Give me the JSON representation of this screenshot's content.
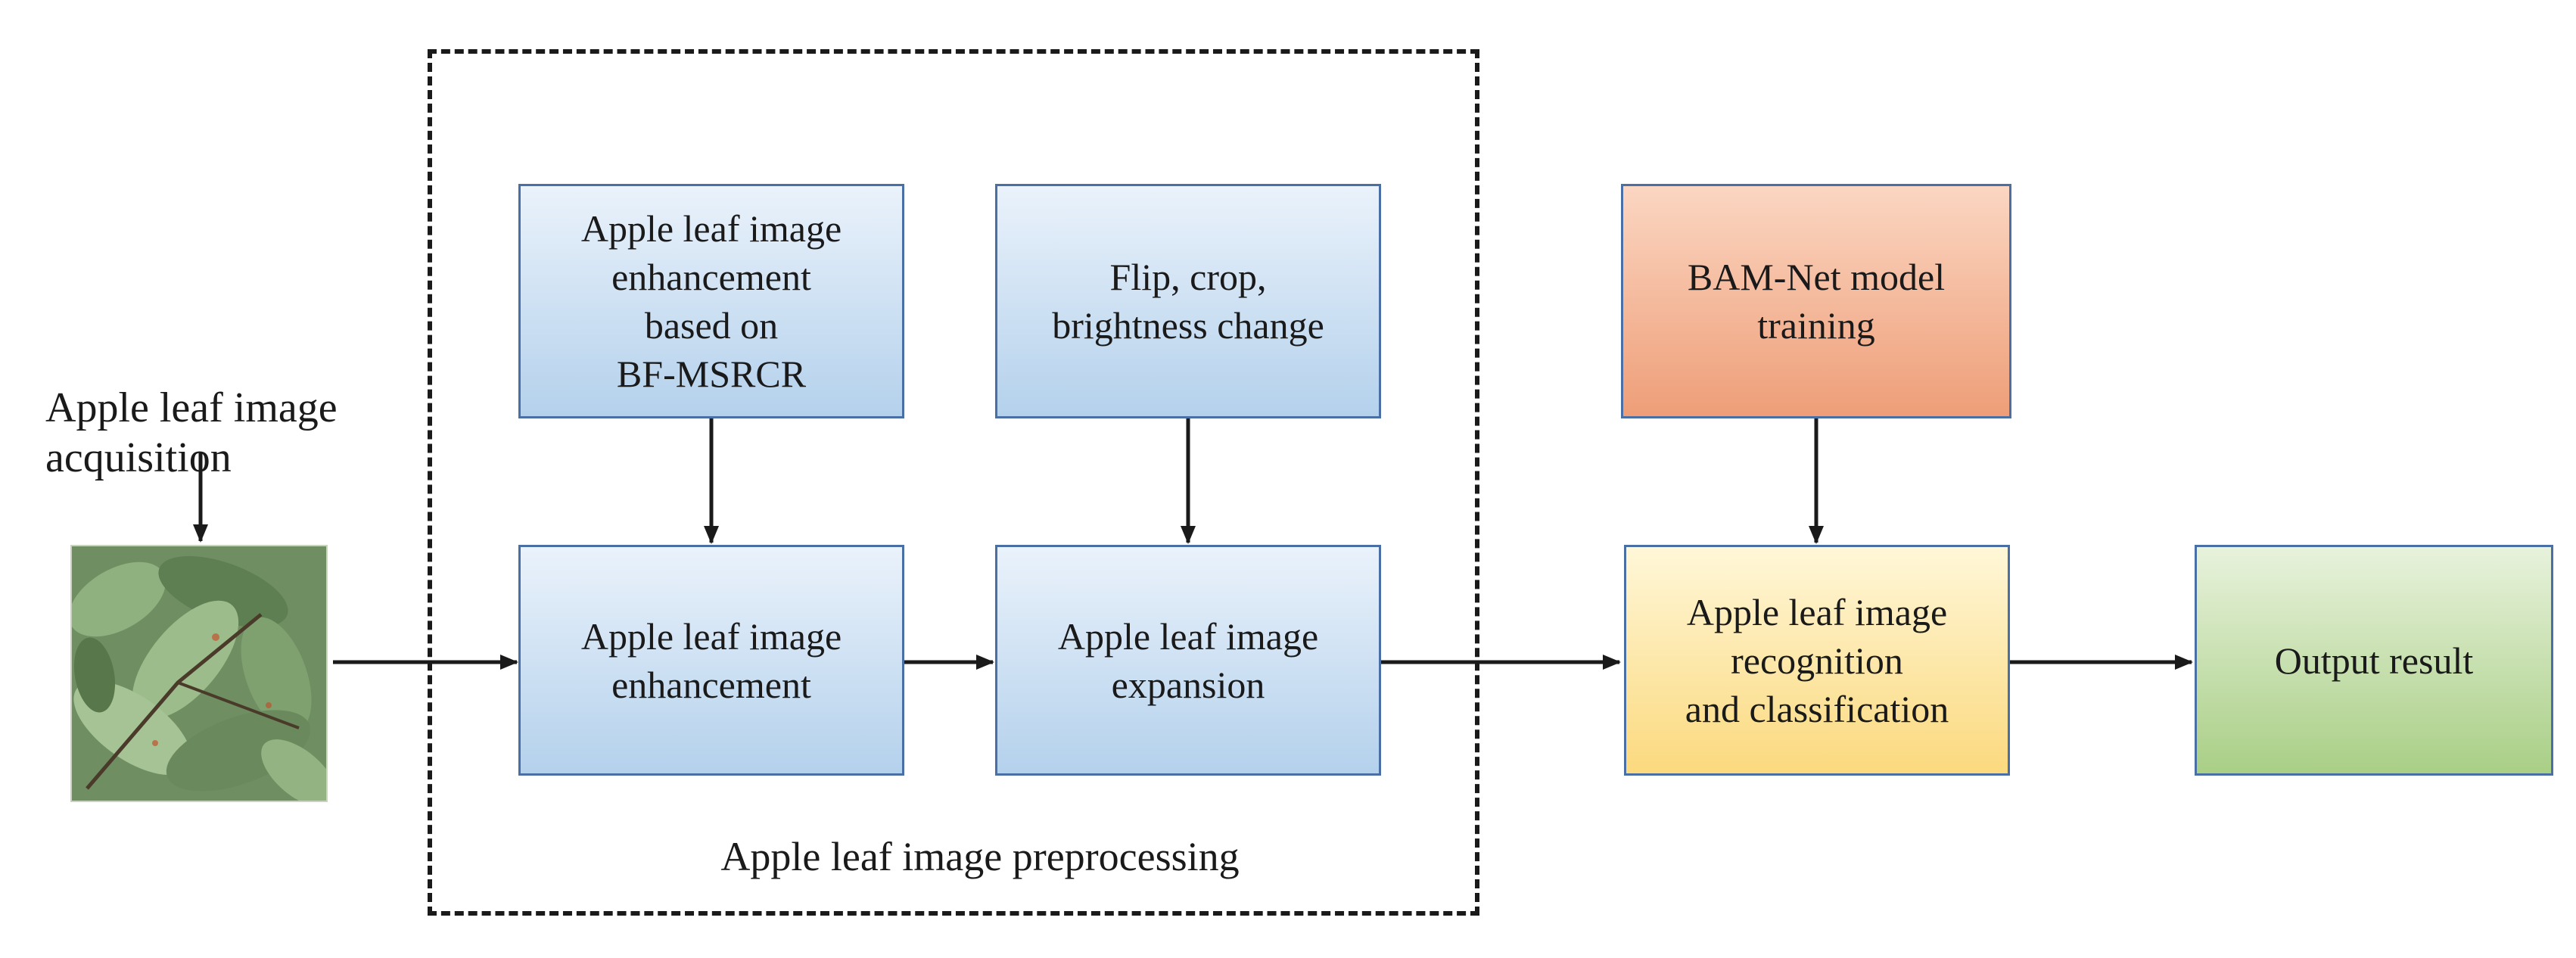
{
  "acquisition_label": "Apple leaf image\nacquisition",
  "preprocessing_caption": "Apple leaf image preprocessing",
  "boxes": {
    "bf_msrcr": "Apple leaf image\nenhancement\nbased on\nBF-MSRCR",
    "augment": "Flip, crop,\nbrightness change",
    "enhancement": "Apple leaf image\nenhancement",
    "expansion": "Apple leaf image\nexpansion",
    "training": "BAM-Net model\ntraining",
    "recognition": "Apple leaf image\nrecognition\nand classification",
    "output": "Output result"
  },
  "colors": {
    "preprocess_box": "#b4d1ec",
    "training_box": "#ee9e78",
    "recognition_box": "#fbd97e",
    "output_box": "#a9cf86",
    "box_border": "#4a6fa5"
  }
}
